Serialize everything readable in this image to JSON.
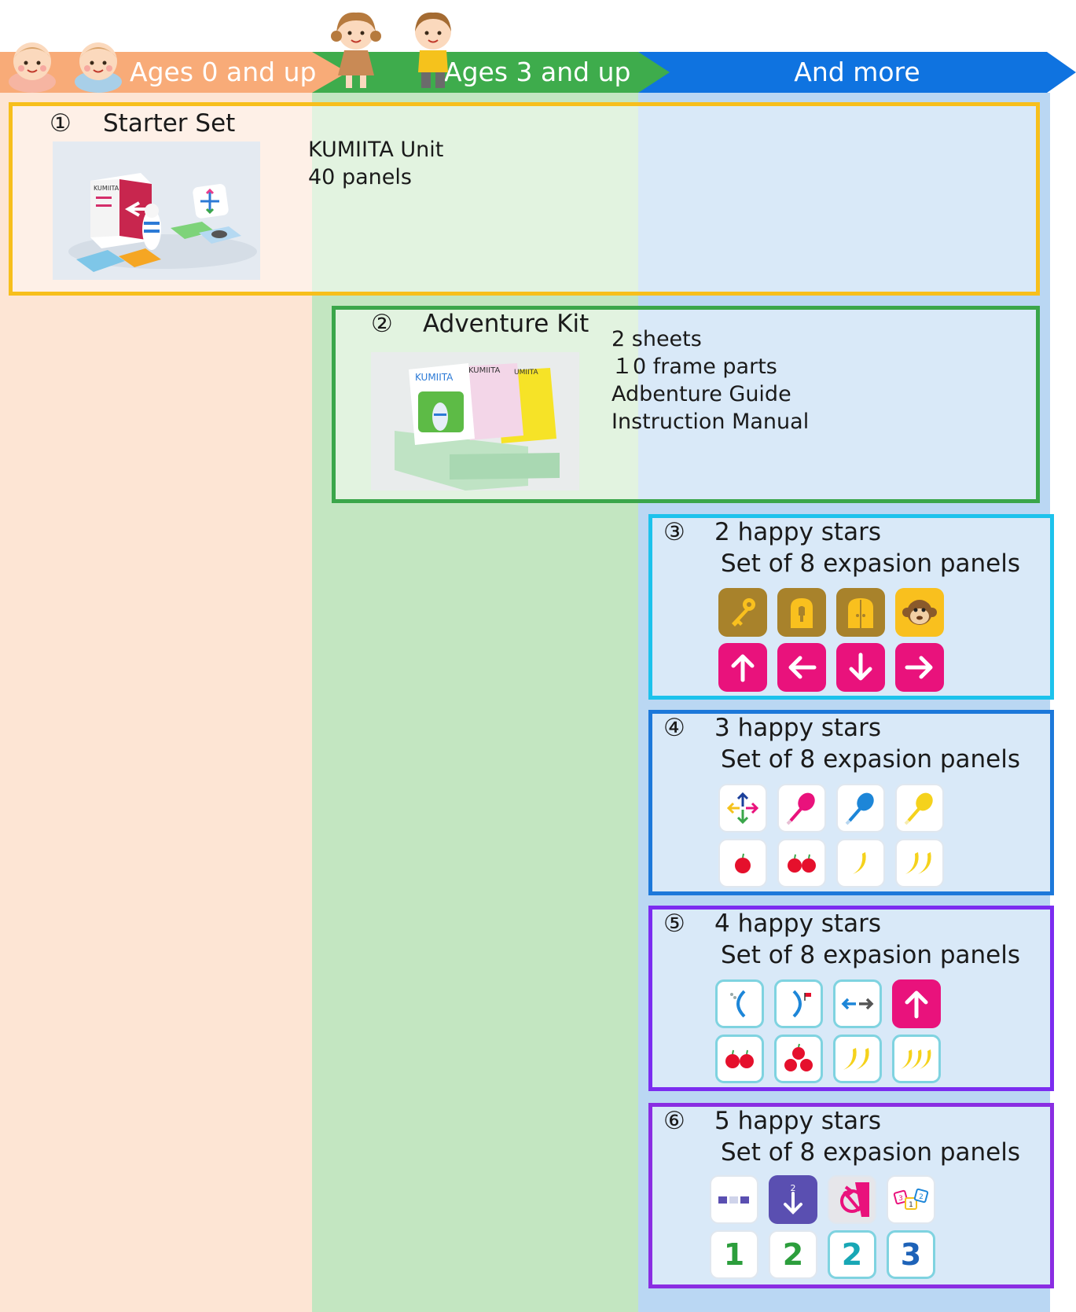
{
  "header": {
    "ages_0": "Ages 0 and up",
    "ages_3": "Ages 3 and up",
    "more": "And more"
  },
  "colors": {
    "ages_0_bg": "#fde5d4",
    "ages_3_bg": "#c3e6c1",
    "more_bg": "#bad7f3",
    "ages_0_arrow": "#f8ab78",
    "ages_3_arrow": "#3eac4c",
    "more_arrow": "#0f73e0"
  },
  "starter": {
    "num": "①",
    "title": "Starter Set",
    "items": [
      "KUMIITA Unit",
      "40 panels"
    ],
    "photo_icon": "kumiita-starter-set-photo"
  },
  "adventure": {
    "num": "②",
    "title": "Adventure Kit",
    "items": [
      "2 sheets",
      "１0 frame parts",
      "Adbenture Guide",
      "Instruction Manual"
    ],
    "photo_icon": "adventure-kit-photo"
  },
  "packs": [
    {
      "num": "③",
      "stars": "2 happy stars",
      "subtitle": "Set of 8 expasion panels",
      "panels": [
        "key-icon",
        "door-closed-icon",
        "door-open-icon",
        "monkey-icon",
        "arrow-up-icon",
        "arrow-left-icon",
        "arrow-down-icon",
        "arrow-right-icon"
      ]
    },
    {
      "num": "④",
      "stars": "3 happy stars",
      "subtitle": "Set of 8 expasion panels",
      "panels": [
        "random-direction-icon",
        "paint-pink-icon",
        "paint-blue-icon",
        "paint-yellow-icon",
        "apple-one-icon",
        "apple-two-icon",
        "banana-one-icon",
        "banana-two-icon"
      ]
    },
    {
      "num": "⑤",
      "stars": "4 happy stars",
      "subtitle": "Set of 8 expasion panels",
      "panels": [
        "loop-start-icon",
        "loop-end-icon",
        "left-right-icon",
        "arrow-up-icon",
        "apple-two-icon",
        "apple-three-icon",
        "banana-two-icon",
        "banana-three-icon"
      ]
    },
    {
      "num": "⑥",
      "stars": "5 happy stars",
      "subtitle": "Set of 8 expasion panels",
      "panels": [
        "blank-slot-icon",
        "drop-two-icon",
        "rotate-icon",
        "dice-icon"
      ],
      "numbers": [
        "1",
        "2",
        "2",
        "3"
      ]
    }
  ]
}
